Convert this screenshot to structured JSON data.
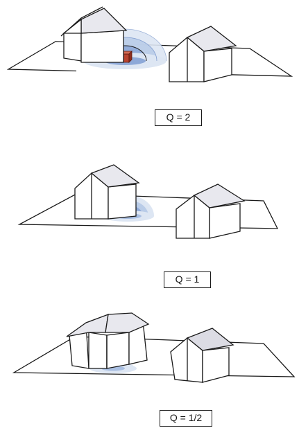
{
  "panels": [
    {
      "label": "Q = 2"
    },
    {
      "label": "Q = 1"
    },
    {
      "label": "Q = 1/2"
    }
  ],
  "colors": {
    "line": "#1a1a1a",
    "roof": "#e8e8ee",
    "wall": "#ffffff",
    "wave_outer": "#dde6f3",
    "wave_mid": "#b9cce8",
    "wave_inner": "#8ea9d8",
    "wave_core": "#5f7fba",
    "source": "#b8432f"
  }
}
